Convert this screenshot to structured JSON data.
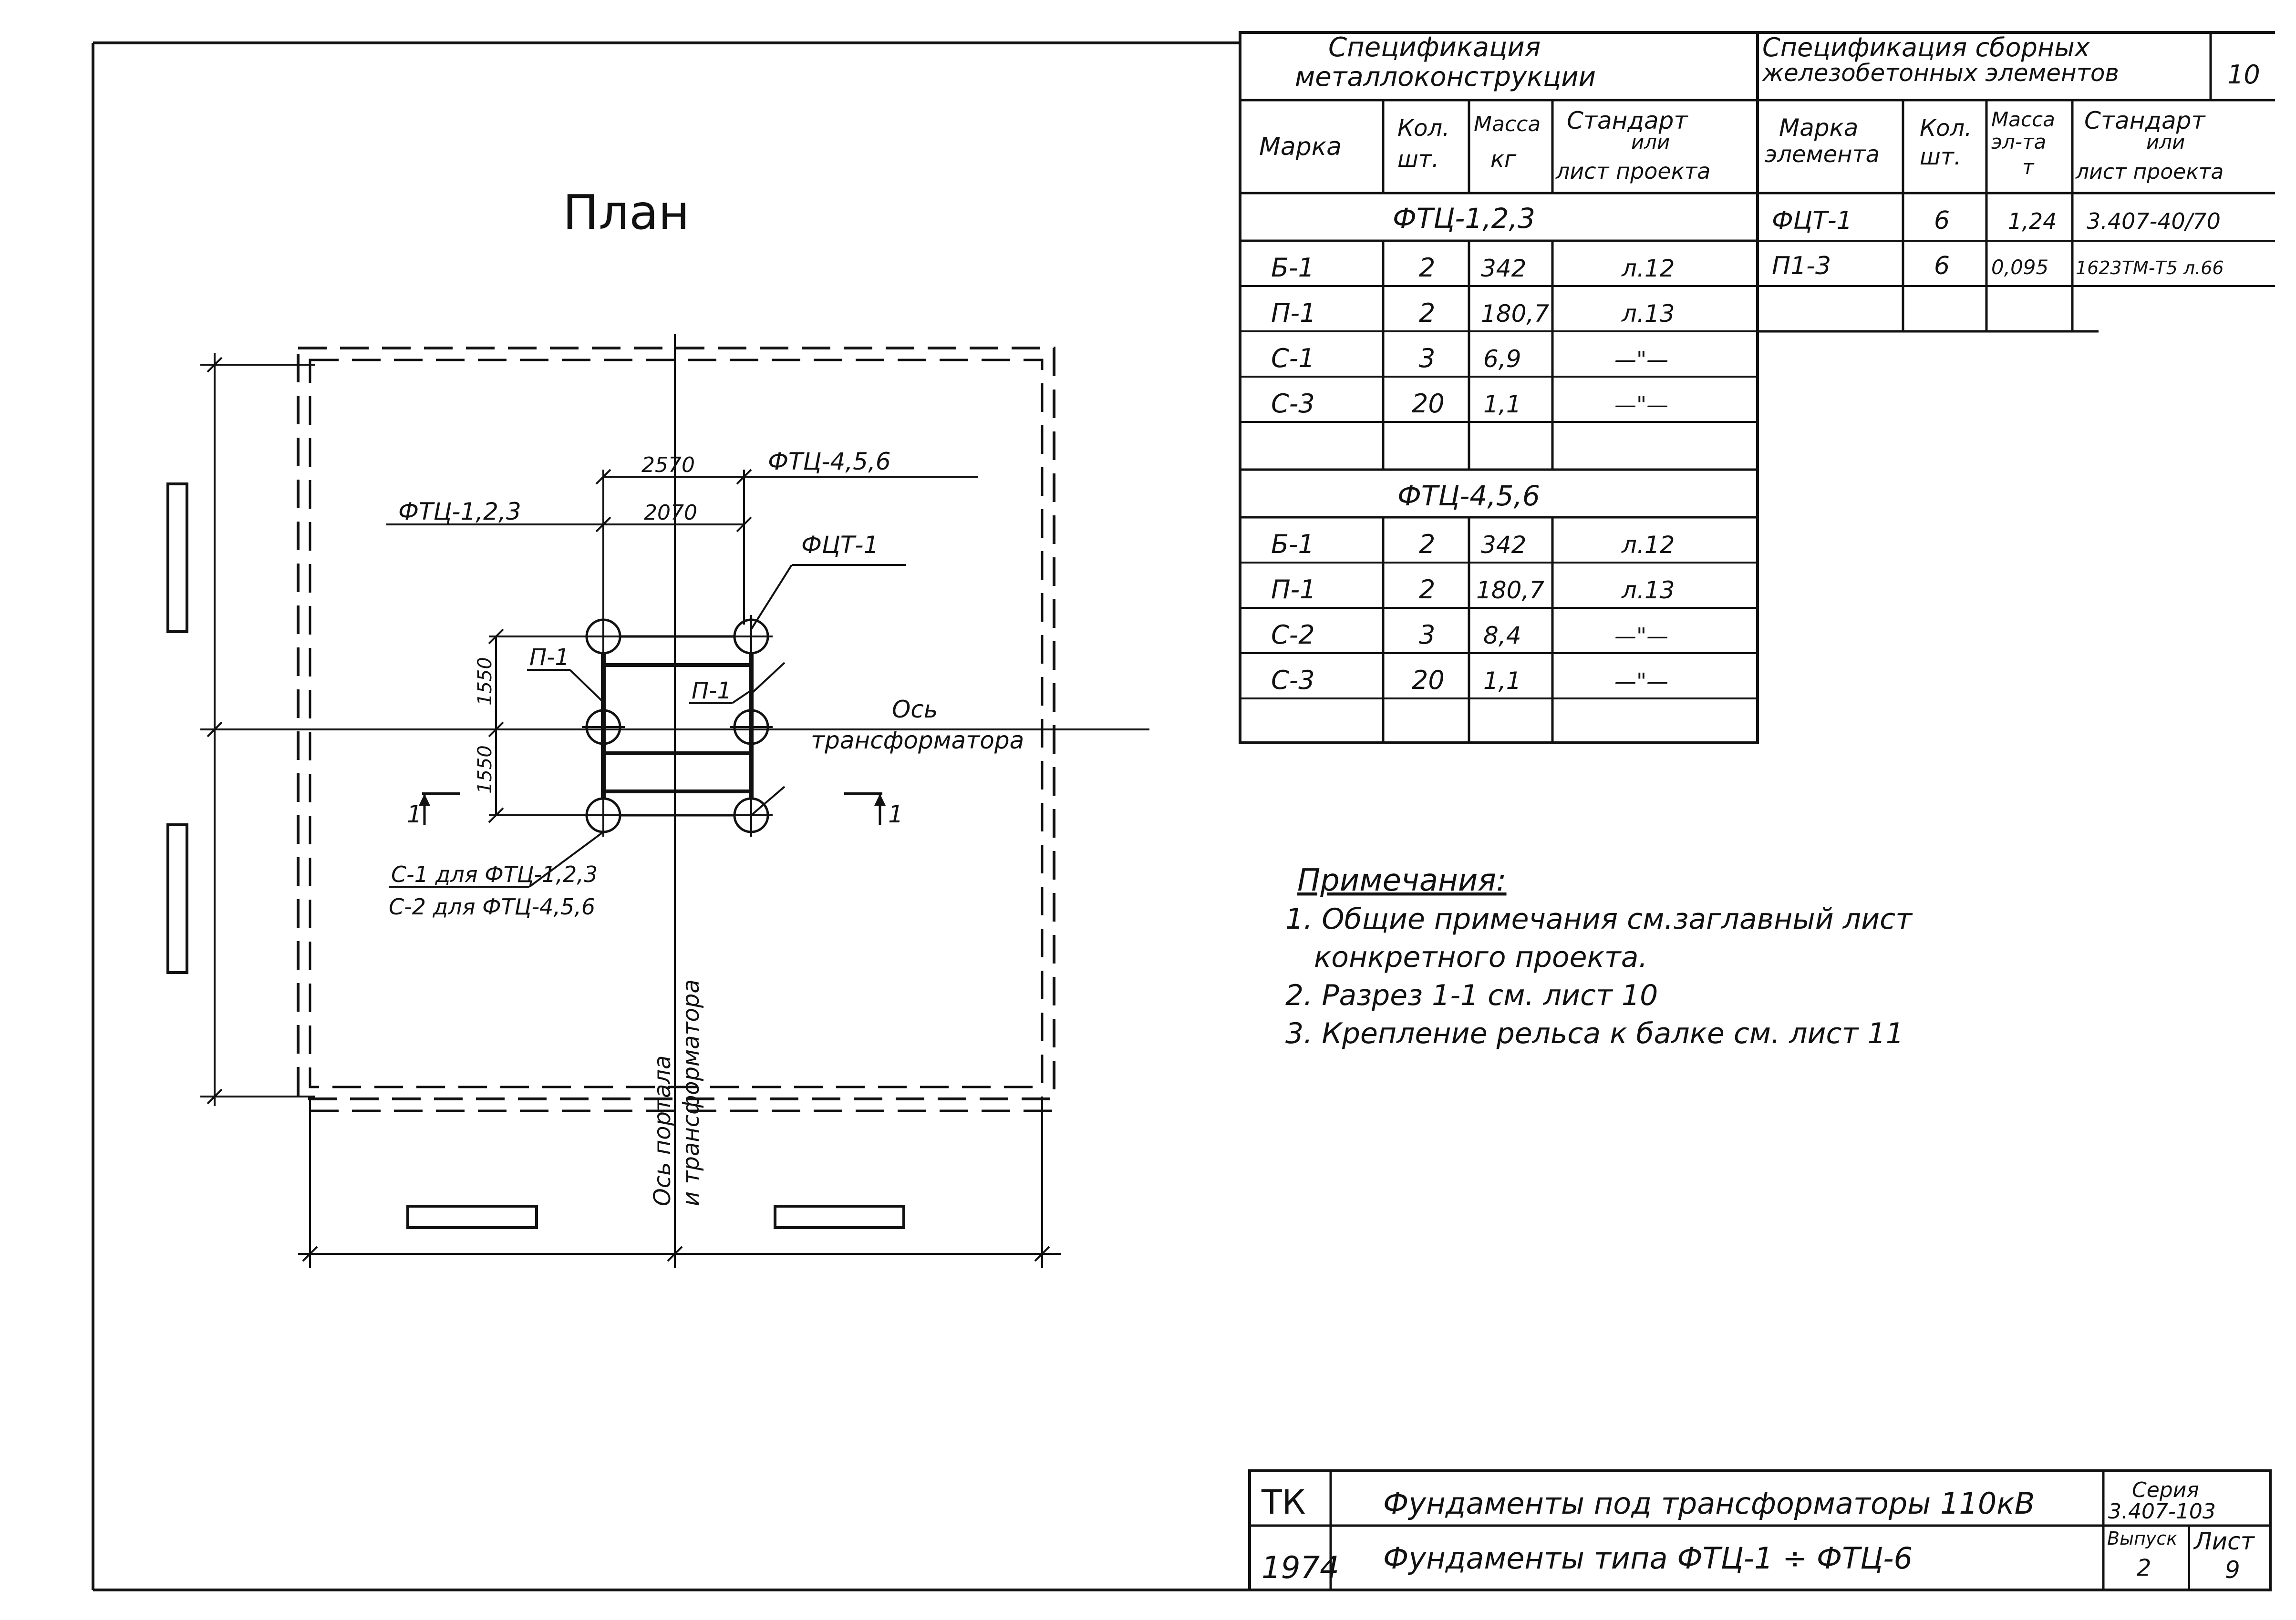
{
  "plan": {
    "title": "План",
    "dim_2570": "2570",
    "dim_2070": "2070",
    "dim_1550_top": "1550",
    "dim_1550_bottom": "1550",
    "label_ftc123": "ФТЦ-1,2,3",
    "label_ftc456": "ФТЦ-4,5,6",
    "label_fct1": "ФЦТ-1",
    "label_p1_left": "П-1",
    "label_p1_right": "П-1",
    "axis_transformer_line1": "Ось",
    "axis_transformer_line2": "трансформатора",
    "axis_portal_line1": "Ось портала",
    "axis_portal_line2": "и трансформатора",
    "section_left": "1",
    "section_right": "1",
    "note_c1": "С-1 для ФТЦ-1,2,3",
    "note_c2": "С-2 для ФТЦ-4,5,6"
  },
  "metal_spec": {
    "title_line1": "Спецификация",
    "title_line2": "металлоконструкции",
    "headers": [
      "Марка",
      "Кол. шт.",
      "Масса кг",
      "Стандарт или лист проекта"
    ],
    "header_mark": "Марка",
    "header_qty_1": "Кол.",
    "header_qty_2": "шт.",
    "header_mass_1": "Масса",
    "header_mass_2": "кг",
    "header_std_1": "Стандарт",
    "header_std_2": "или",
    "header_std_3": "лист проекта",
    "group1": "ФТЦ-1,2,3",
    "rows1": [
      [
        "Б-1",
        "2",
        "342",
        "л.12"
      ],
      [
        "П-1",
        "2",
        "180,7",
        "л.13"
      ],
      [
        "С-1",
        "3",
        "6,9",
        "—\"—"
      ],
      [
        "С-3",
        "20",
        "1,1",
        "—\"—"
      ]
    ],
    "group2": "ФТЦ-4,5,6",
    "rows2": [
      [
        "Б-1",
        "2",
        "342",
        "л.12"
      ],
      [
        "П-1",
        "2",
        "180,7",
        "л.13"
      ],
      [
        "С-2",
        "3",
        "8,4",
        "—\"—"
      ],
      [
        "С-3",
        "20",
        "1,1",
        "—\"—"
      ]
    ]
  },
  "concrete_spec": {
    "title_line1": "Спецификация сборных",
    "title_line2": "железобетонных элементов",
    "page_number": "10",
    "header_mark_1": "Марка",
    "header_mark_2": "элемента",
    "header_qty_1": "Кол.",
    "header_qty_2": "шт.",
    "header_mass_1": "Масса",
    "header_mass_2": "эл-та",
    "header_mass_3": "т",
    "header_std_1": "Стандарт",
    "header_std_2": "или",
    "header_std_3": "лист проекта",
    "rows": [
      [
        "ФЦТ-1",
        "6",
        "1,24",
        "3.407-40/70"
      ],
      [
        "П1-3",
        "6",
        "0,095",
        "1623ТМ-Т5 л.66"
      ]
    ]
  },
  "notes": {
    "title": "Примечания:",
    "n1_line1": "1. Общие примечания см.заглавный лист",
    "n1_line2": "конкретного проекта.",
    "n2": "2. Разрез 1-1 см. лист 10",
    "n3": "3. Крепление рельса к балке см. лист 11"
  },
  "title_block": {
    "org": "ТК",
    "year": "1974",
    "title1": "Фундаменты под трансформаторы 110кВ",
    "title2": "Фундаменты типа ФТЦ-1 ÷ ФТЦ-6",
    "series_label": "Серия",
    "series_value": "3.407-103",
    "issue_label": "Выпуск",
    "issue_value": "2",
    "sheet_label": "Лист",
    "sheet_value": "9"
  }
}
